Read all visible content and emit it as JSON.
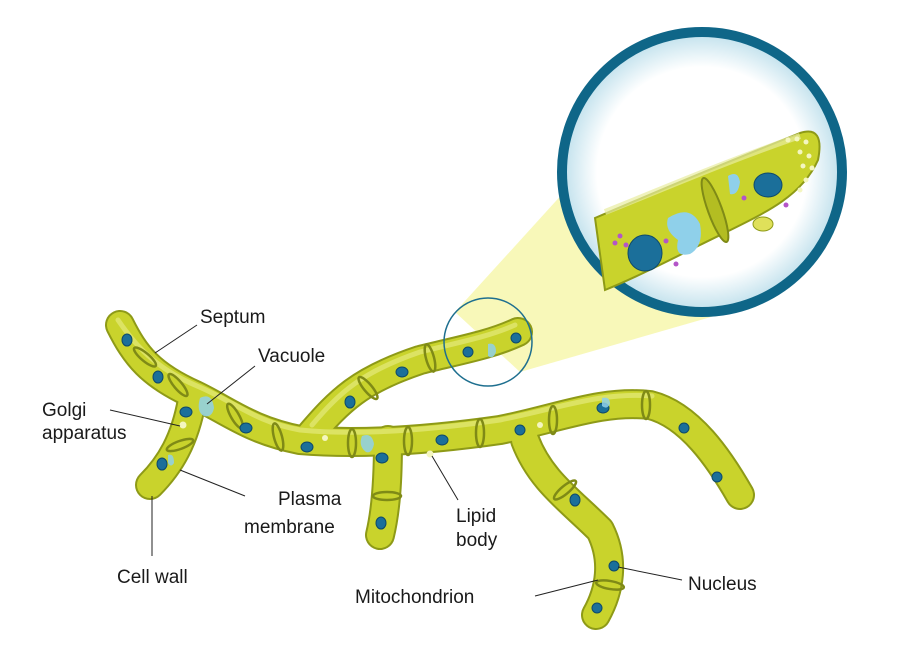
{
  "title": "Fungal hyphae structure",
  "labels": {
    "septum": "Septum",
    "vacuole": "Vacuole",
    "golgi_line1": "Golgi",
    "golgi_line2": "apparatus",
    "plasma_line1": "Plasma",
    "plasma_line2": "membrane",
    "cell_wall": "Cell wall",
    "lipid_line1": "Lipid",
    "lipid_line2": "body",
    "mitochondrion": "Mitochondrion",
    "nucleus": "Nucleus"
  },
  "colors": {
    "hypha_fill": "#c9d32c",
    "hypha_outline": "#8e9a17",
    "nucleus": "#1b6f9a",
    "vacuole": "#8fd0ea",
    "magnifier_ring": "#0f6688",
    "magnifier_beam": "#f6f6a8"
  }
}
